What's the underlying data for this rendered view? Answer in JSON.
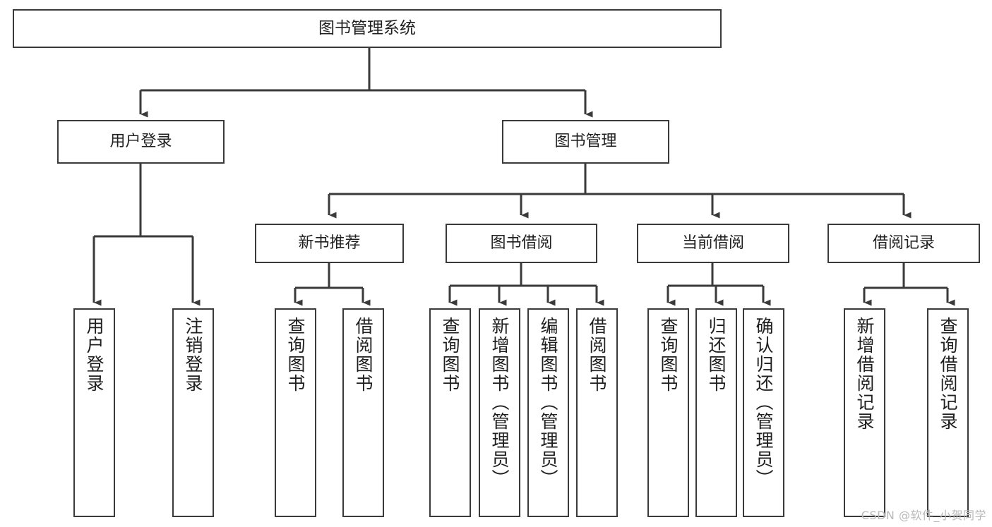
{
  "diagram": {
    "title": "图书管理系统",
    "type": "tree-hierarchy-chart",
    "watermark": "CSDN @软件_小贺同学",
    "colors": {
      "box_border": "#3a3a3a",
      "connector": "#3a3a3a",
      "background": "#ffffff",
      "text": "#1f1f1f",
      "watermark": "#b9b9b9"
    },
    "root": {
      "label": "图书管理系统"
    },
    "level2": [
      {
        "id": "user-login",
        "label": "用户登录"
      },
      {
        "id": "book-management",
        "label": "图书管理"
      }
    ],
    "level3": [
      {
        "id": "new-book-recommend",
        "label": "新书推荐"
      },
      {
        "id": "book-borrow",
        "label": "图书借阅"
      },
      {
        "id": "current-borrow",
        "label": "当前借阅"
      },
      {
        "id": "borrow-record",
        "label": "借阅记录"
      }
    ],
    "leaves": {
      "user_login": [
        {
          "id": "leaf-user-login",
          "label": "用户登录"
        },
        {
          "id": "leaf-logout-login",
          "label": "注销登录"
        }
      ],
      "new_book_recommend": [
        {
          "id": "leaf-query-book-1",
          "label": "查询图书"
        },
        {
          "id": "leaf-borrow-book-1",
          "label": "借阅图书"
        }
      ],
      "book_borrow": [
        {
          "id": "leaf-query-book-2",
          "label": "查询图书"
        },
        {
          "id": "leaf-add-book",
          "label": "新增图书（管理员）"
        },
        {
          "id": "leaf-edit-book",
          "label": "编辑图书（管理员）"
        },
        {
          "id": "leaf-borrow-book-2",
          "label": "借阅图书"
        }
      ],
      "current_borrow": [
        {
          "id": "leaf-query-book-3",
          "label": "查询图书"
        },
        {
          "id": "leaf-return-book",
          "label": "归还图书"
        },
        {
          "id": "leaf-confirm-return",
          "label": "确认归还（管理员）"
        }
      ],
      "borrow_record": [
        {
          "id": "leaf-add-record",
          "label": "新增借阅记录"
        },
        {
          "id": "leaf-query-record",
          "label": "查询借阅记录"
        }
      ]
    }
  }
}
